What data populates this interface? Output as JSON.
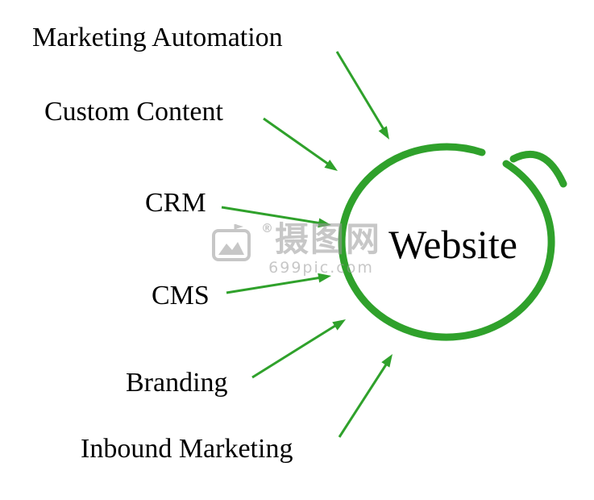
{
  "diagram": {
    "center_label": "Website",
    "items": [
      {
        "label": "Marketing Automation"
      },
      {
        "label": "Custom Content"
      },
      {
        "label": "CRM"
      },
      {
        "label": "CMS"
      },
      {
        "label": "Branding"
      },
      {
        "label": "Inbound Marketing"
      }
    ],
    "colors": {
      "green": "#2fa12b",
      "text": "#000000"
    }
  },
  "watermark": {
    "reg": "®",
    "site_name": "摄图网",
    "url": "699pic.com",
    "color": "#9b9b9b"
  }
}
